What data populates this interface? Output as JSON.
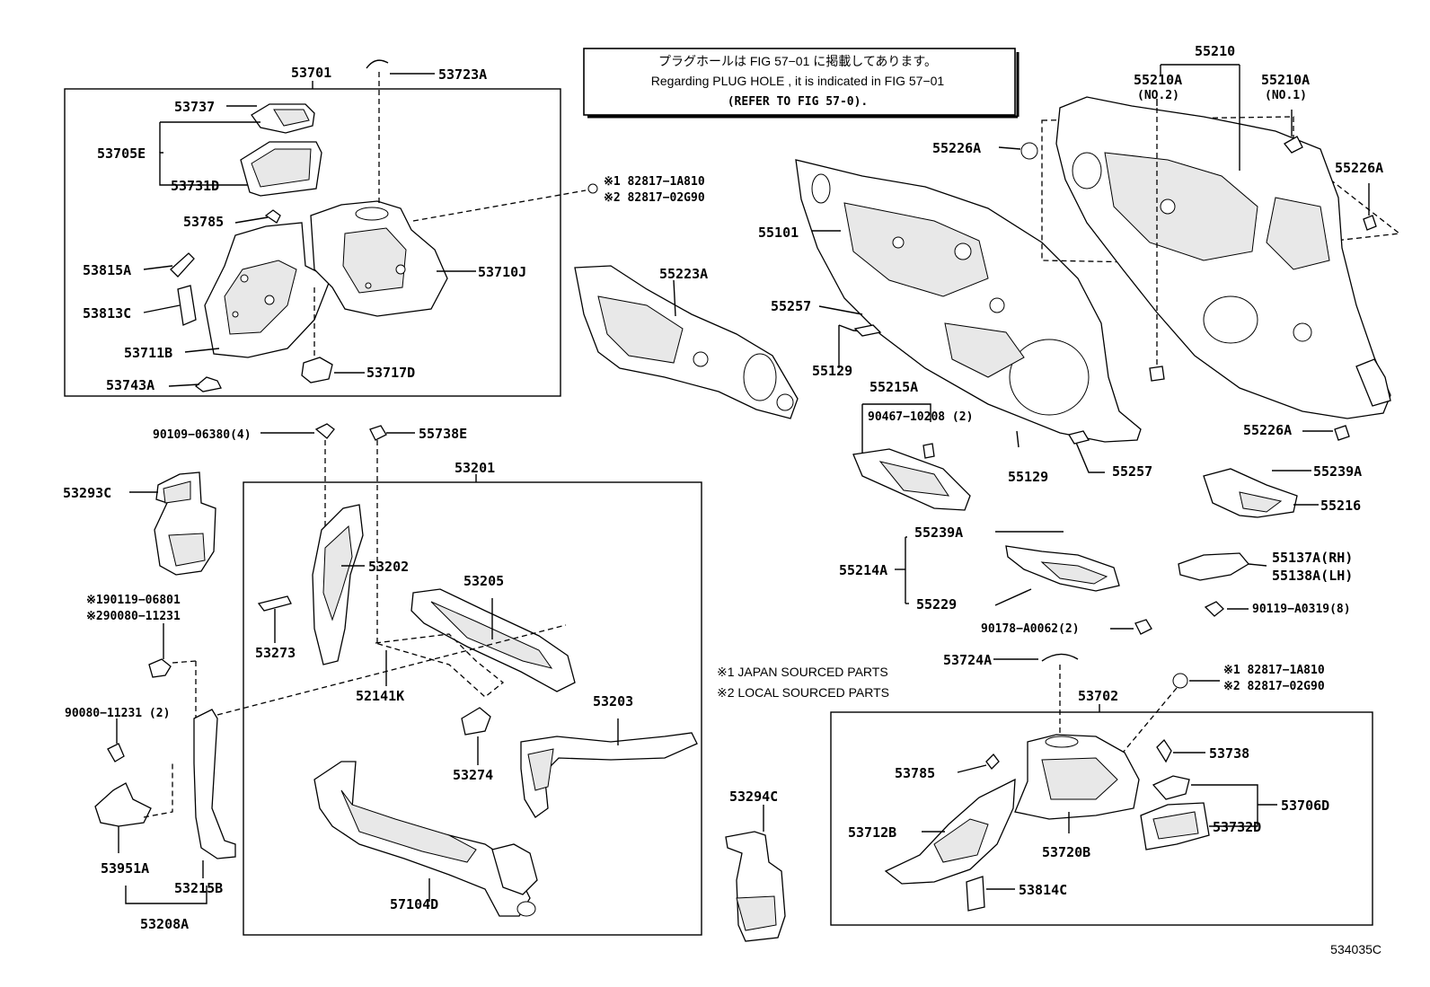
{
  "notice": {
    "line1": "プラグホールは FIG 57−01 に掲載してあります。",
    "line2": "Regarding  PLUG  HOLE , it is indicated in  FIG  57−01",
    "line3": "(REFER TO FIG 57-0)."
  },
  "legend": {
    "japan": "※1 JAPAN SOURCED PARTS",
    "local": "※2 LOCAL SOURCED PARTS"
  },
  "diagram_code": "534035C",
  "labels": {
    "p53701": "53701",
    "p53723A": "53723A",
    "p53737": "53737",
    "p53705E": "53705E",
    "p53731D": "53731D",
    "p53785a": "53785",
    "p53815A": "53815A",
    "p53813C": "53813C",
    "p53711B": "53711B",
    "p53743A": "53743A",
    "p53717D": "53717D",
    "p53710J": "53710J",
    "clip1a": "※1 82817−1A810",
    "clip2a": "※2 82817−02G90",
    "p55223A": "55223A",
    "p55101": "55101",
    "p55257a": "55257",
    "p55129a": "55129",
    "p55215A": "55215A",
    "p90467": "90467−10208 (2)",
    "p55129b": "55129",
    "p55257b": "55257",
    "p55210": "55210",
    "p55210A_2": "55210A",
    "no2": "(NO.2)",
    "p55210A_1": "55210A",
    "no1": "(NO.1)",
    "p55226A_a": "55226A",
    "p55226A_b": "55226A",
    "p55226A_c": "55226A",
    "p55239A_a": "55239A",
    "p55216": "55216",
    "p55239A_b": "55239A",
    "p55214A": "55214A",
    "p55229": "55229",
    "p55137A": "55137A(RH)",
    "p55138A": "55138A(LH)",
    "p90178": "90178−A0062(2)",
    "p90119_8": "90119−A0319(8)",
    "p90109": "90109−06380(4)",
    "p55738E": "55738E",
    "p53201": "53201",
    "p53293C": "53293C",
    "p53202": "53202",
    "p53205": "53205",
    "p53273": "53273",
    "p52141K": "52141K",
    "p53203": "53203",
    "p53274": "53274",
    "p57104D": "57104D",
    "bolt1": "※190119−06801",
    "bolt2": "※290080−11231",
    "p90080": "90080−11231 (2)",
    "p53951A": "53951A",
    "p53215B": "53215B",
    "p53208A": "53208A",
    "p53294C": "53294C",
    "p53724A": "53724A",
    "p53702": "53702",
    "clip1b": "※1 82817−1A810",
    "clip2b": "※2 82817−02G90",
    "p53785b": "53785",
    "p53738": "53738",
    "p53706D": "53706D",
    "p53732D": "53732D",
    "p53712B": "53712B",
    "p53720B": "53720B",
    "p53814C": "53814C"
  }
}
